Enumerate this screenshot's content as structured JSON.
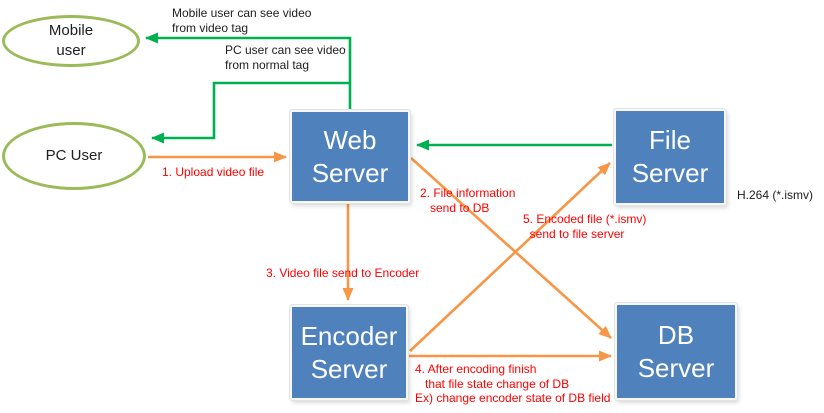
{
  "nodes": {
    "mobile_user": "Mobile\nuser",
    "pc_user": "PC User",
    "web_server": "Web\nServer",
    "file_server": "File\nServer",
    "encoder_server": "Encoder\nServer",
    "db_server": "DB\nServer"
  },
  "labels": {
    "mobile_view": "Mobile user can see video\nfrom video tag",
    "pc_view": "PC user can see video\nfrom normal tag",
    "step1": "1. Upload video file",
    "step2": "2. File information\n   send to DB",
    "step3": "3. Video file send to Encoder",
    "step4": "4. After encoding finish\n   that file state change of DB\nEx) change encoder state of DB field",
    "step5": "5. Encoded file (*.ismv)\n  send to file server",
    "codec": "H.264 (*.ismv)"
  },
  "edges": [
    {
      "from": "web_server",
      "to": "mobile_user",
      "color": "green",
      "label_key": "mobile_view"
    },
    {
      "from": "web_server",
      "to": "pc_user",
      "color": "green",
      "label_key": "pc_view"
    },
    {
      "from": "file_server",
      "to": "web_server",
      "color": "green",
      "label_key": ""
    },
    {
      "from": "pc_user",
      "to": "web_server",
      "color": "orange",
      "label_key": "step1"
    },
    {
      "from": "web_server",
      "to": "db_server",
      "color": "orange",
      "label_key": "step2"
    },
    {
      "from": "web_server",
      "to": "encoder_server",
      "color": "orange",
      "label_key": "step3"
    },
    {
      "from": "encoder_server",
      "to": "db_server",
      "color": "orange",
      "label_key": "step4"
    },
    {
      "from": "encoder_server",
      "to": "file_server",
      "color": "orange",
      "label_key": "step5"
    }
  ],
  "colors": {
    "server_fill": "#4F81BD",
    "actor_stroke": "#9BBB59",
    "flow_green": "#00B050",
    "flow_orange": "#F79646",
    "step_text": "#FF0000"
  }
}
